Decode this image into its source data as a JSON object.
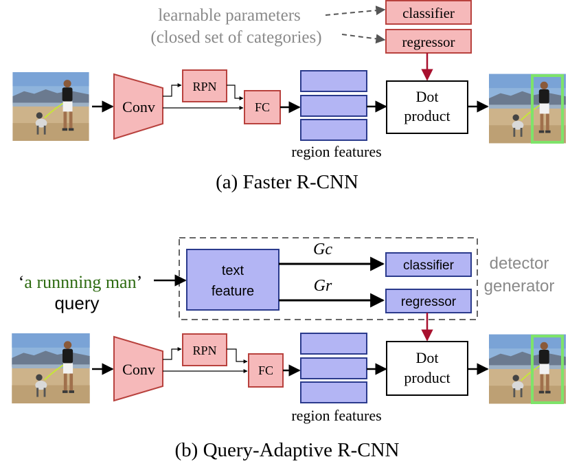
{
  "colors": {
    "pink_fill": "#f6b9ba",
    "pink_stroke": "#b8413d",
    "blue_fill": "#b3b5f4",
    "blue_stroke": "#2a3a8c",
    "dark_red_arrow": "#a8102e",
    "gray_text": "#8a8a8a",
    "green_query": "#2e6b12",
    "detection_box": "#7ee36a"
  },
  "panel_a": {
    "legend_line1": "learnable parameters",
    "legend_line2": "(closed set of categories)",
    "classifier": "classifier",
    "regressor": "regressor",
    "conv": "Conv",
    "rpn": "RPN",
    "fc": "FC",
    "dot_line1": "Dot",
    "dot_line2": "product",
    "region_features": "region features",
    "caption": "(a) Faster R-CNN"
  },
  "panel_b": {
    "query_quote_open": "‘",
    "query_text": "a runnning man",
    "query_quote_close": "’",
    "query_label": "query",
    "text_feature_line1": "text",
    "text_feature_line2": "feature",
    "gc_label": "Gc",
    "gr_label": "Gr",
    "classifier": "classifier",
    "regressor": "regressor",
    "generator_line1": "detector",
    "generator_line2": "generator",
    "conv": "Conv",
    "rpn": "RPN",
    "fc": "FC",
    "dot_line1": "Dot",
    "dot_line2": "product",
    "region_features": "region features",
    "caption": "(b) Query-Adaptive R-CNN"
  }
}
